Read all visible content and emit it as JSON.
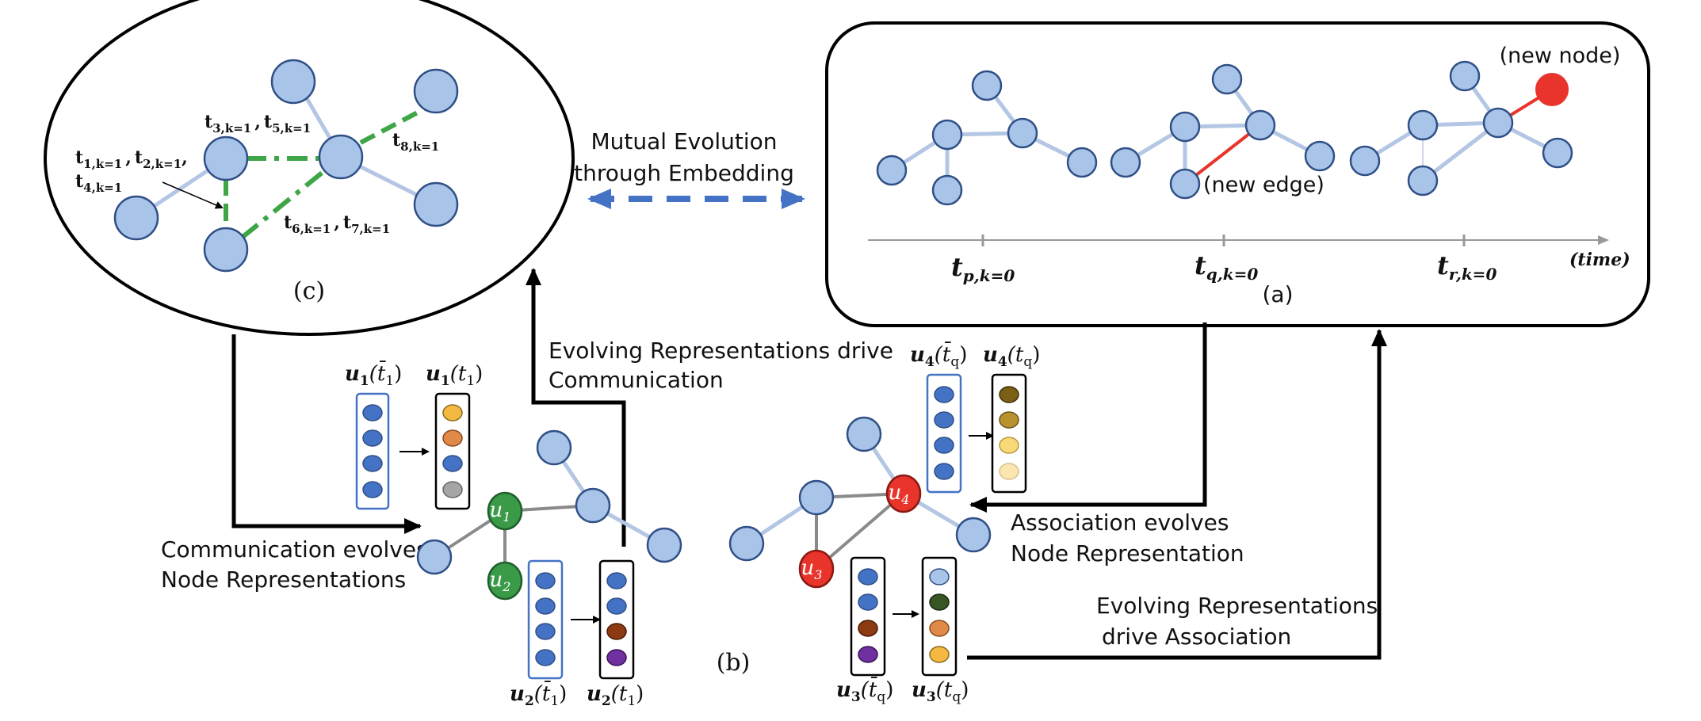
{
  "panel_labels": {
    "a": "(a)",
    "b": "(b)",
    "c": "(c)"
  },
  "mutual_evolution": {
    "line1": "Mutual Evolution",
    "line2": "through Embedding"
  },
  "panel_a": {
    "new_node": "(new node)",
    "new_edge": "(new edge)",
    "time_label": "(time)",
    "t_p": {
      "base": "t",
      "sub": "p,k=0"
    },
    "t_q": {
      "base": "t",
      "sub": "q,k=0"
    },
    "t_r": {
      "base": "t",
      "sub": "r,k=0"
    }
  },
  "panel_c": {
    "t3": {
      "base": "t",
      "sub": "3,k=1"
    },
    "t5": {
      "base": "t",
      "sub": "5,k=1"
    },
    "t8": {
      "base": "t",
      "sub": "8,k=1"
    },
    "t1": {
      "base": "t",
      "sub": "1,k=1"
    },
    "t2": {
      "base": "t",
      "sub": "2,k=1"
    },
    "t4": {
      "base": "t",
      "sub": "4,k=1"
    },
    "t6": {
      "base": "t",
      "sub": "6,k=1"
    },
    "t7": {
      "base": "t",
      "sub": "7,k=1"
    },
    "sep": ","
  },
  "texts": {
    "evolving_comm_1": "Evolving Representations drive",
    "evolving_comm_2": "Communication",
    "comm_evolves_1": "Communication evolves",
    "comm_evolves_2": "Node Representations",
    "assoc_evolves_1": "Association evolves",
    "assoc_evolves_2": "Node Representation",
    "evolving_assoc_1": "Evolving Representations",
    "evolving_assoc_2": "drive Association"
  },
  "nodes": {
    "u1": "u",
    "u1_sub": "1",
    "u2": "u",
    "u2_sub": "2",
    "u3": "u",
    "u3_sub": "3",
    "u4": "u",
    "u4_sub": "4"
  },
  "vectors": {
    "u1_bar": {
      "base": "u",
      "sub": "1",
      "arg": "(t̄",
      "arg_sub": "1",
      "close": ")"
    },
    "u1": {
      "base": "u",
      "sub": "1",
      "arg": "(t",
      "arg_sub": "1",
      "close": ")"
    },
    "u2_bar": {
      "base": "u",
      "sub": "2",
      "arg": "(t̄",
      "arg_sub": "1",
      "close": ")"
    },
    "u2": {
      "base": "u",
      "sub": "2",
      "arg": "(t",
      "arg_sub": "1",
      "close": ")"
    },
    "u3_bar": {
      "base": "u",
      "sub": "3",
      "arg": "(t̄",
      "arg_sub": "q",
      "close": ")"
    },
    "u3": {
      "base": "u",
      "sub": "3",
      "arg": "(t",
      "arg_sub": "q",
      "close": ")"
    },
    "u4_bar": {
      "base": "u",
      "sub": "4",
      "arg": "(t̄",
      "arg_sub": "q",
      "close": ")"
    },
    "u4": {
      "base": "u",
      "sub": "4",
      "arg": "(t",
      "arg_sub": "q",
      "close": ")"
    }
  },
  "colors": {
    "node_fill": "#a8c4e8",
    "node_stroke": "#2f4f86",
    "green_node": "#3a9a48",
    "red_node": "#e8342a",
    "green_dash": "#3fa647",
    "new_element": "#e8342a",
    "mutual_arrow": "#4472c4"
  }
}
